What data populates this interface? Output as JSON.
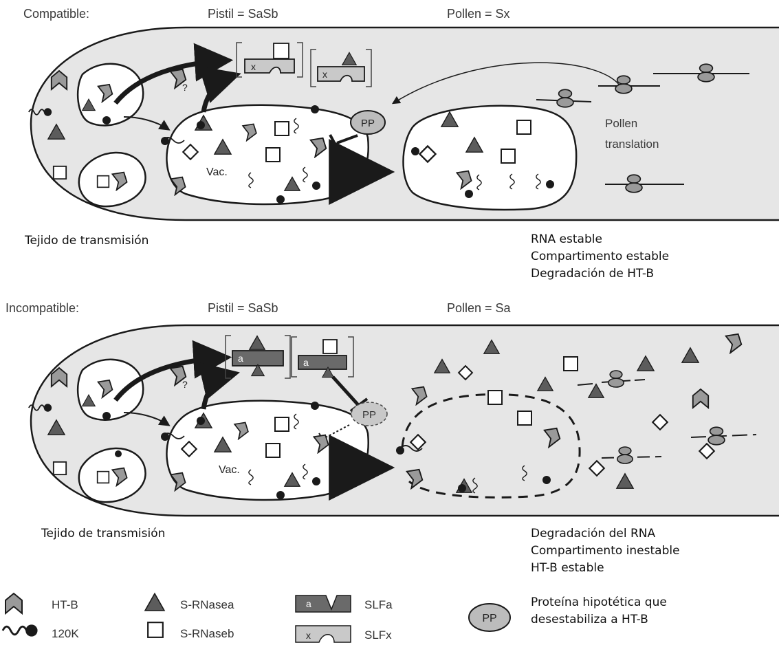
{
  "compatible": {
    "title": "Compatible:",
    "pistil": "Pistil = SaSb",
    "pollen": "Pollen = Sx",
    "slf_letter": "x",
    "pp_label": "PP",
    "vac_label": "Vac.",
    "question": "?",
    "translation_note": [
      "Pollen",
      "translation"
    ],
    "tissue_caption": "Tejido de transmisión",
    "notes": [
      "RNA estable",
      "Compartimento estable",
      "Degradación de HT-B"
    ]
  },
  "incompatible": {
    "title": "Incompatible:",
    "pistil": "Pistil = SaSb",
    "pollen": "Pollen = Sa",
    "slf_letter": "a",
    "pp_label": "PP",
    "vac_label": "Vac.",
    "question": "?",
    "tissue_caption": "Tejido de transmisión",
    "notes": [
      "Degradación del RNA",
      "Compartimento inestable",
      "HT-B estable"
    ]
  },
  "legend": {
    "ht_b": "HT-B",
    "k120": "120K",
    "s_rnase_a": "S-RNasea",
    "s_rnase_b": "S-RNaseb",
    "slf_a": "SLFa",
    "slf_x": "SLFx",
    "slf_a_letter": "a",
    "slf_x_letter": "x",
    "pp": "PP",
    "pp_desc": [
      "Proteína hipotética que",
      "desestabiliza a HT-B"
    ]
  },
  "colors": {
    "tube_fill": "#e6e6e6",
    "outline": "#1a1a1a",
    "dark_triangle": "#5c5c5c",
    "grey_shape": "#9a9a9a",
    "slf_a_fill": "#6a6a6a",
    "slf_x_fill": "#c9c9c9",
    "pp_fill": "#bcbcbc"
  }
}
